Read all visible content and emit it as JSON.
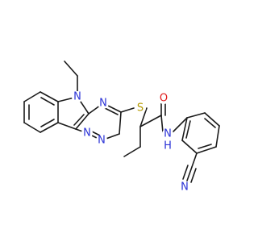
{
  "atoms": {
    "n_indole": {
      "text": "N",
      "color": "#2a32d6"
    },
    "n_triazine_top": {
      "text": "N",
      "color": "#2a32d6"
    },
    "n_triazine_left": {
      "text": "N",
      "color": "#2a32d6"
    },
    "n_triazine_right": {
      "text": "N",
      "color": "#2a32d6"
    },
    "sulfur": {
      "text": "S",
      "color": "#b59a00"
    },
    "oxygen": {
      "text": "O",
      "color": "#e01b1b"
    },
    "amide_nh": {
      "text": "N",
      "color": "#2a32d6"
    },
    "amide_h": {
      "text": "H",
      "color": "#2a32d6"
    },
    "nitrile_n": {
      "text": "N",
      "color": "#2a32d6"
    }
  },
  "bond_color": "#1a1a1a"
}
